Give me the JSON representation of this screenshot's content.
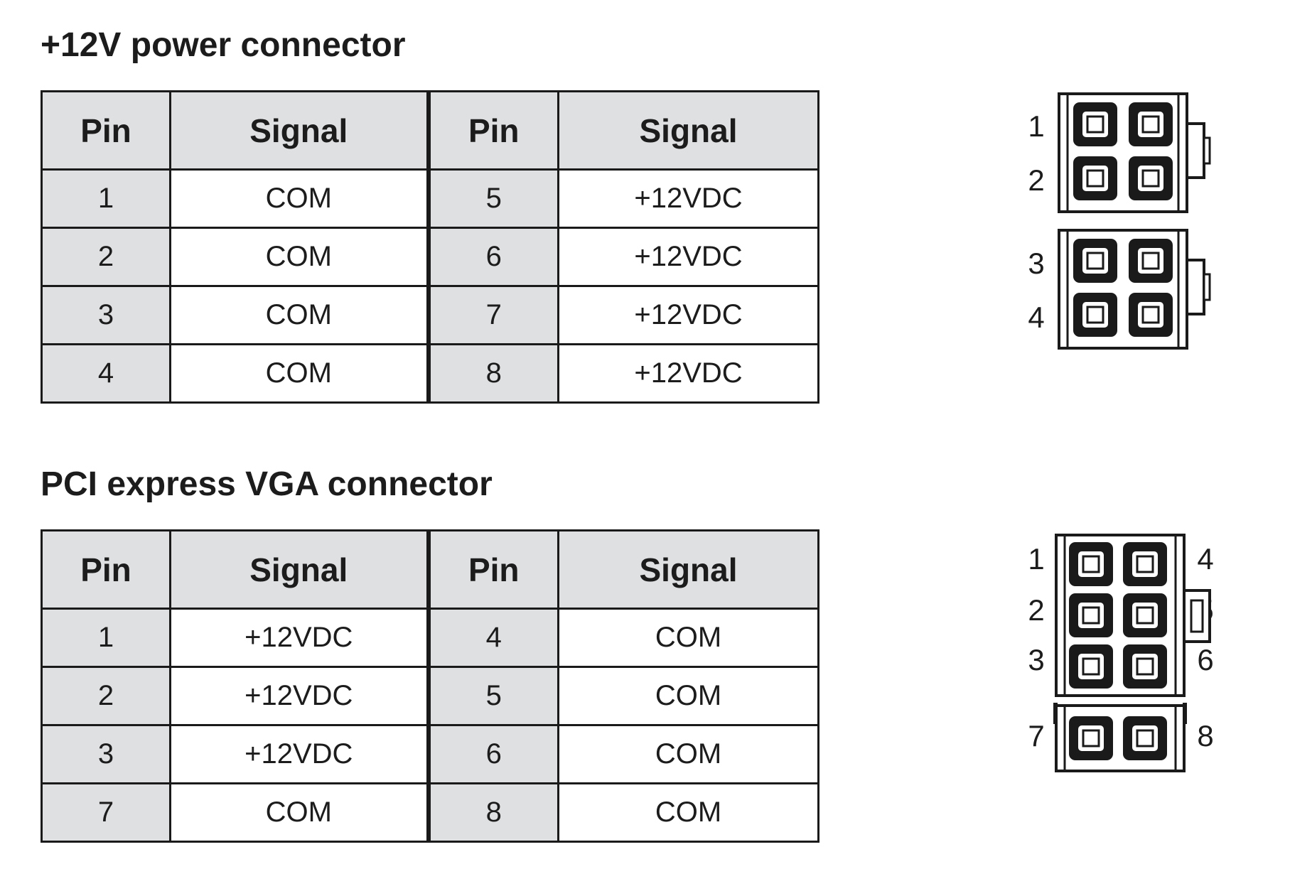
{
  "sections": [
    {
      "title": "+12V power connector",
      "header": [
        "Pin",
        "Signal",
        "Pin",
        "Signal"
      ],
      "rows": [
        [
          "1",
          "COM",
          "5",
          "+12VDC"
        ],
        [
          "2",
          "COM",
          "6",
          "+12VDC"
        ],
        [
          "3",
          "COM",
          "7",
          "+12VDC"
        ],
        [
          "4",
          "COM",
          "8",
          "+12VDC"
        ]
      ],
      "diagram_labels": [
        "1",
        "2",
        "3",
        "4"
      ]
    },
    {
      "title": "PCI express VGA connector",
      "header": [
        "Pin",
        "Signal",
        "Pin",
        "Signal"
      ],
      "rows": [
        [
          "1",
          "+12VDC",
          "4",
          "COM"
        ],
        [
          "2",
          "+12VDC",
          "5",
          "COM"
        ],
        [
          "3",
          "+12VDC",
          "6",
          "COM"
        ],
        [
          "7",
          "COM",
          "8",
          "COM"
        ]
      ],
      "diagram_labels": [
        "1",
        "2",
        "3",
        "4",
        "5",
        "6",
        "7",
        "8"
      ]
    }
  ],
  "colors": {
    "header_fill": "#dfe0e2",
    "pin_fill": "#dfe0e2",
    "border": "#1a1a1a",
    "text": "#1c1c1c"
  }
}
